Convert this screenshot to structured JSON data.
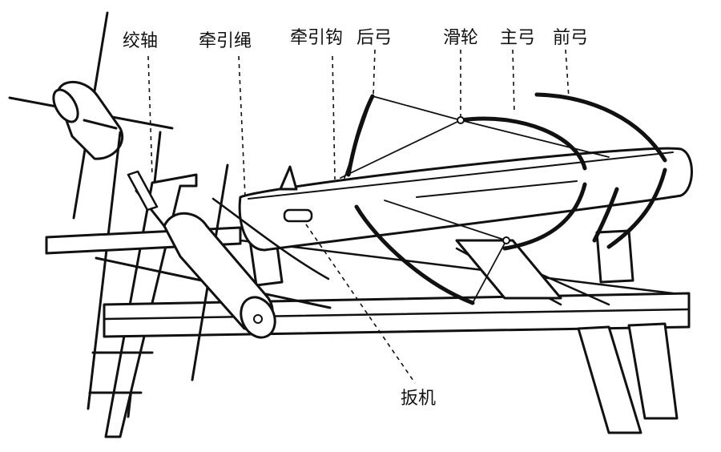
{
  "labels": {
    "winch": "绞轴",
    "rope": "牵引绳",
    "hook": "牵引钩",
    "rear_bow": "后弓",
    "pulley": "滑轮",
    "main_bow": "主弓",
    "front_bow": "前弓",
    "trigger": "扳机"
  },
  "colors": {
    "ink": "#111111",
    "paper": "#ffffff"
  }
}
